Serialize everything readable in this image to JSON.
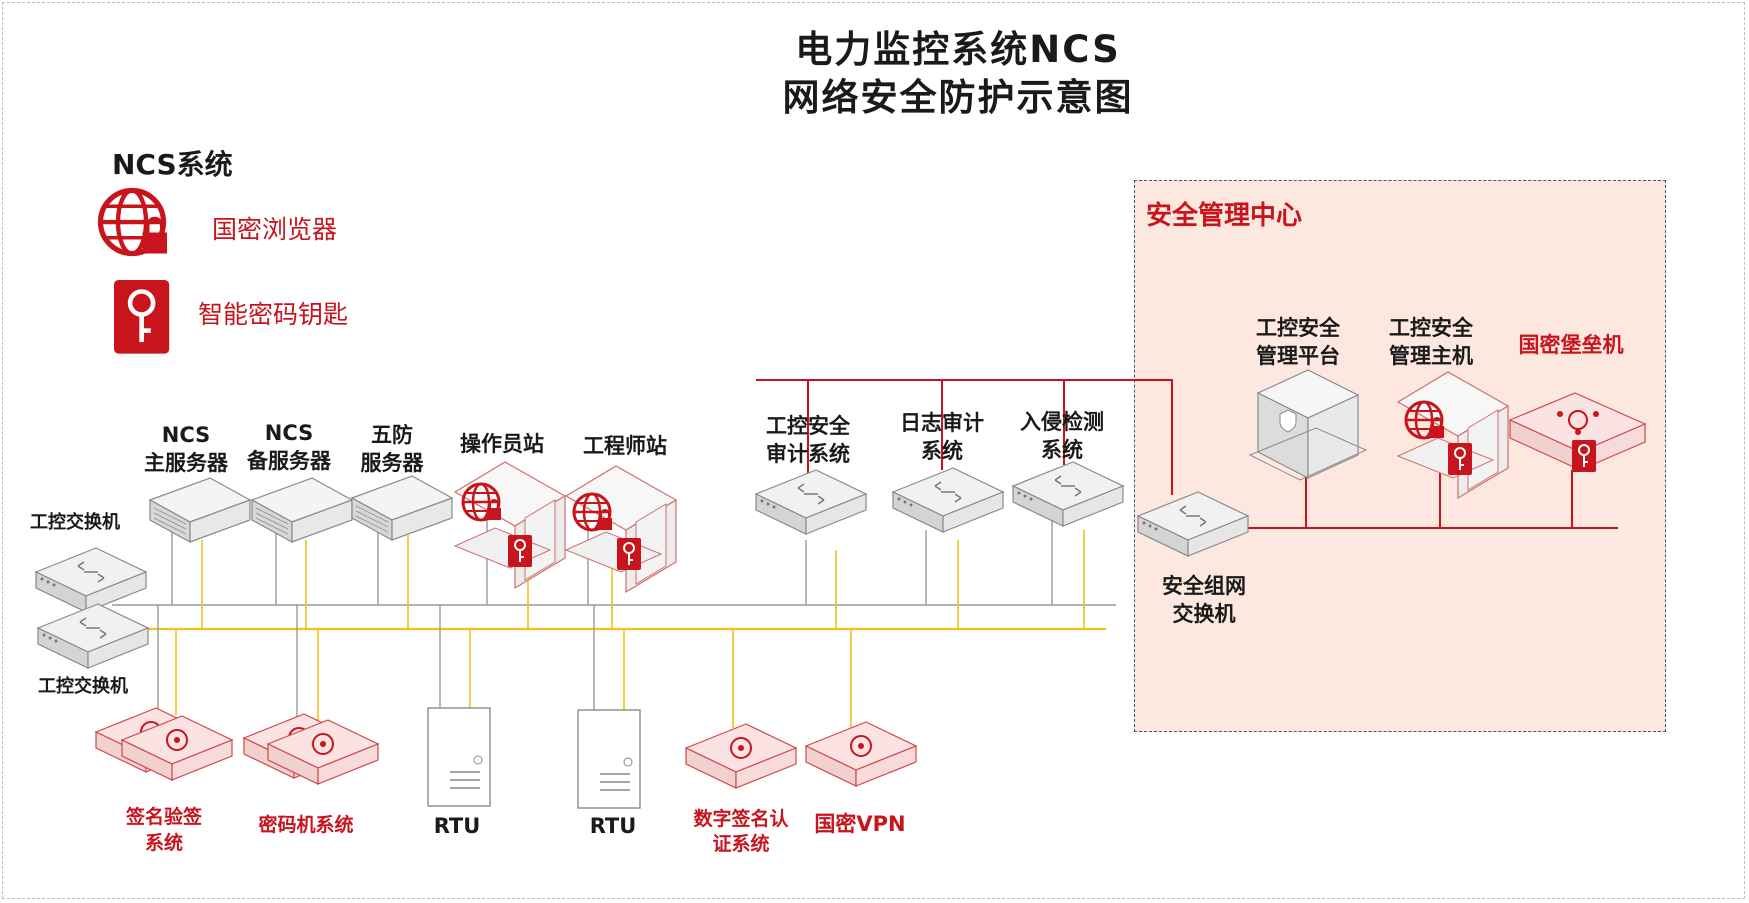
{
  "title": {
    "line1": "电力监控系统NCS",
    "line2": "网络安全防护示意图"
  },
  "legend": {
    "heading": "NCS系统",
    "browser_label": "国密浏览器",
    "key_label": "智能密码钥匙",
    "browser_icon": "globe-lock-icon",
    "key_icon": "key-icon"
  },
  "security_center": {
    "title": "安全管理中心",
    "platform": [
      "工控安全",
      "管理平台"
    ],
    "host": [
      "工控安全",
      "管理主机"
    ],
    "bastion": "国密堡垒机",
    "switch": [
      "安全组网",
      "交换机"
    ]
  },
  "nodes": {
    "main_server": [
      "NCS",
      "主服务器"
    ],
    "backup_server": [
      "NCS",
      "备服务器"
    ],
    "fivedefense": [
      "五防",
      "服务器"
    ],
    "operator": "操作员站",
    "engineer": "工程师站",
    "audit": [
      "工控安全",
      "审计系统"
    ],
    "log_audit": [
      "日志审计",
      "系统"
    ],
    "ids": [
      "入侵检测",
      "系统"
    ],
    "switch_top": "工控交换机",
    "switch_bottom": "工控交换机",
    "sign_verify": [
      "签名验签",
      "系统"
    ],
    "cipher": "密码机系统",
    "rtu1": "RTU",
    "rtu2": "RTU",
    "digital_sign": [
      "数字签名认",
      "证系统"
    ],
    "vpn": "国密VPN"
  },
  "colors": {
    "red": "#c8141c",
    "yellow": "#f2c21a",
    "gray_line": "#9a9a9a",
    "zone_fill": "#fde8df",
    "device_gray": "#dcdcdc"
  }
}
